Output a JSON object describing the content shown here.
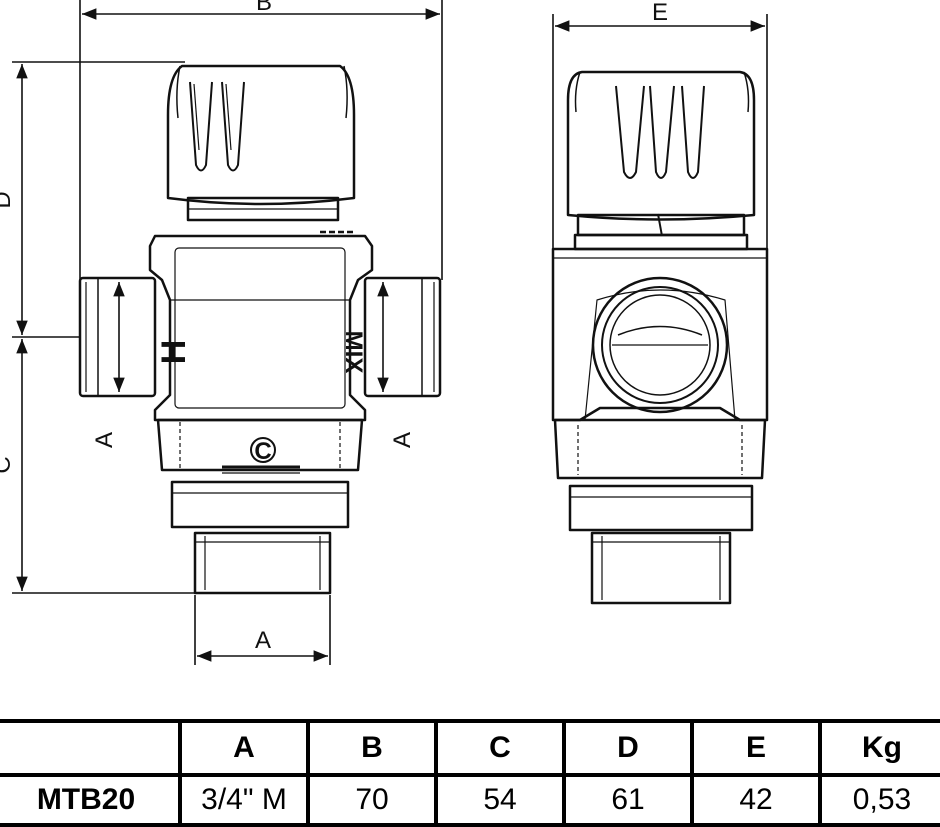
{
  "drawing": {
    "dimension_labels": {
      "front_top_width": "B",
      "front_height_upper": "D",
      "front_height_lower": "C",
      "front_side_port_left": "A",
      "front_side_port_right": "A",
      "front_bottom_width": "A",
      "side_width": "E"
    },
    "body_markings": {
      "hot_port": "H",
      "mix_port": "MIX",
      "cold_port": "C"
    }
  },
  "table": {
    "headers": [
      "",
      "A",
      "B",
      "C",
      "D",
      "E",
      "Kg"
    ],
    "rows": [
      [
        "MTB20",
        "3/4\" M",
        "70",
        "54",
        "61",
        "42",
        "0,53"
      ]
    ]
  }
}
